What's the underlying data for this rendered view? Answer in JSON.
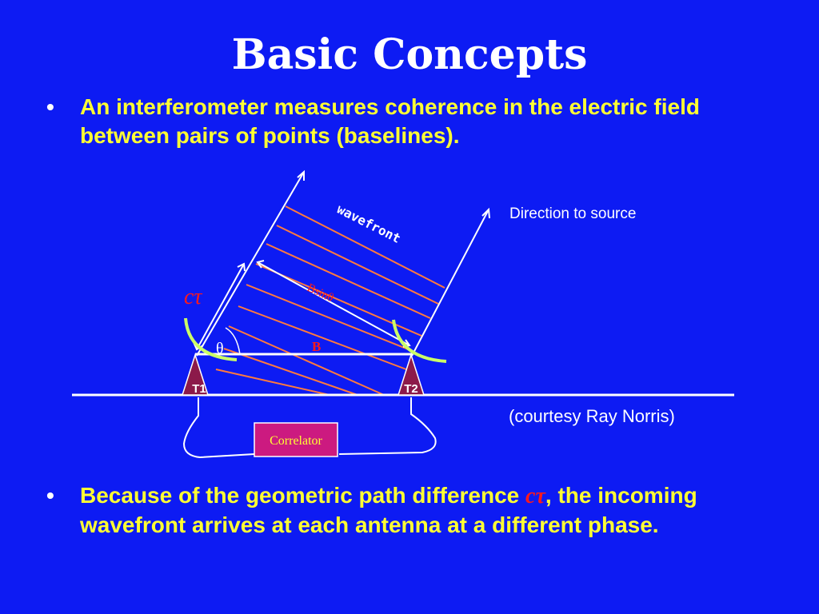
{
  "slide": {
    "title": "Basic Concepts",
    "bullets": [
      {
        "marker": "•",
        "text": "An interferometer measures coherence in the electric field between pairs of points (baselines)."
      },
      {
        "marker": "•",
        "text_before": "Because of the geometric path difference ",
        "symbol": "cτ",
        "text_after": ", the incoming wavefront arrives at each antenna at a different phase."
      }
    ]
  },
  "diagram": {
    "direction_label": "Direction to source",
    "wavefront_label": "wavefront",
    "bsin_label": "Bsinθ",
    "theta_label": "θ",
    "baseline_label": "B",
    "ct_label": "cτ",
    "antenna1_label": "T1",
    "antenna2_label": "T2",
    "correlator_label": "Correlator",
    "credit": "(courtesy Ray Norris)",
    "colors": {
      "background": "#0d1bf3",
      "white_lines": "#ffffff",
      "wavefront_lines": "#ff7a3d",
      "arcs": "#ccff66",
      "red_text": "#ff1a1a",
      "antenna": "#8c1a4a",
      "correlator_box": "#cc1a80",
      "bullet_text": "#ffff33"
    }
  }
}
